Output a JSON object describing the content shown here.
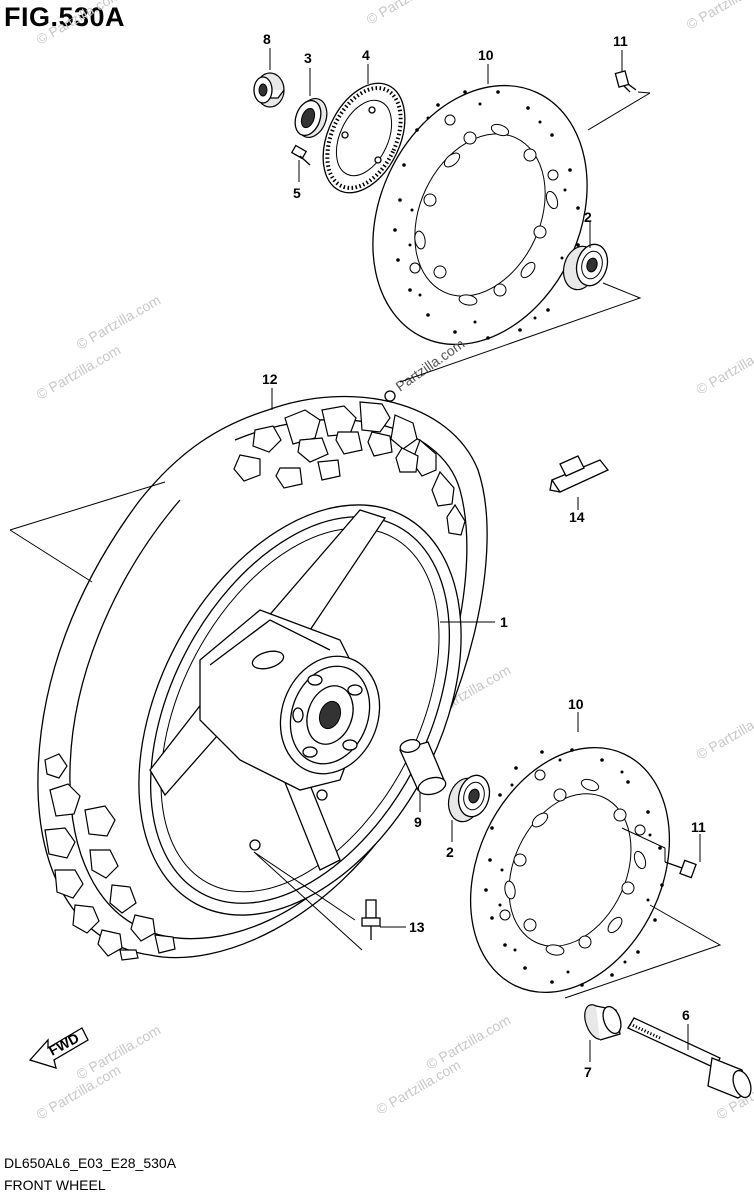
{
  "figure": {
    "title": "FIG.530A",
    "code": "DL650AL6_E03_E28_530A",
    "name": "FRONT WHEEL"
  },
  "callouts": {
    "c1": "1",
    "c2a": "2",
    "c2b": "2",
    "c3": "3",
    "c4": "4",
    "c5": "5",
    "c6": "6",
    "c7": "7",
    "c8": "8",
    "c9": "9",
    "c10a": "10",
    "c10b": "10",
    "c11a": "11",
    "c11b": "11",
    "c12": "12",
    "c13": "13",
    "c14": "14"
  },
  "fwd_label": "FWD",
  "watermark": {
    "brand": "Partzilla.com",
    "small": "© Partzilla.com"
  }
}
